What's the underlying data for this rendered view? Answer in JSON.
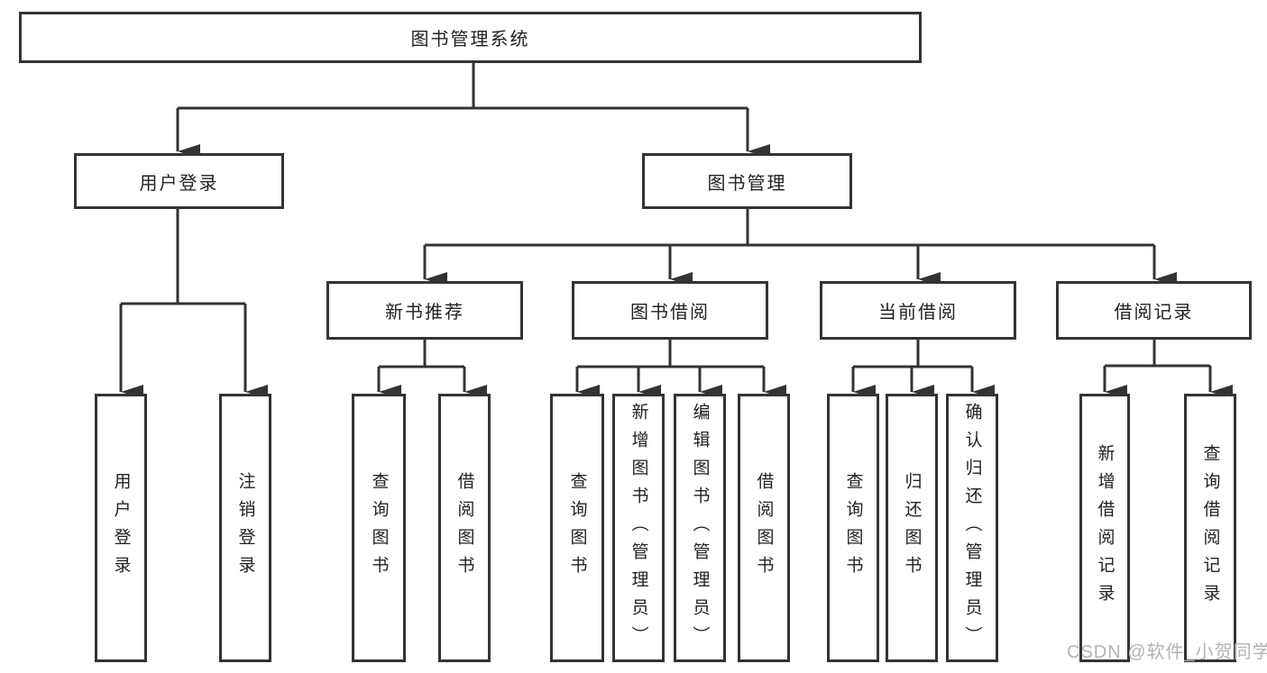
{
  "diagram": {
    "title": "图书管理系统",
    "tree": {
      "root": {
        "label": "图书管理系统"
      },
      "branches": [
        {
          "label": "用户登录",
          "children": [
            {
              "label": "用户登录"
            },
            {
              "label": "注销登录"
            }
          ]
        },
        {
          "label": "图书管理",
          "children": [
            {
              "label": "新书推荐",
              "children": [
                {
                  "label": "查询图书"
                },
                {
                  "label": "借阅图书"
                }
              ]
            },
            {
              "label": "图书借阅",
              "children": [
                {
                  "label": "查询图书"
                },
                {
                  "label": "新增图书（管理员）"
                },
                {
                  "label": "编辑图书（管理员）"
                },
                {
                  "label": "借阅图书"
                }
              ]
            },
            {
              "label": "当前借阅",
              "children": [
                {
                  "label": "查询图书"
                },
                {
                  "label": "归还图书"
                },
                {
                  "label": "确认归还（管理员）"
                }
              ]
            },
            {
              "label": "借阅记录",
              "children": [
                {
                  "label": "新增借阅记录"
                },
                {
                  "label": "查询借阅记录"
                }
              ]
            }
          ]
        }
      ]
    },
    "colors": {
      "line": "#333333",
      "box_border": "#333333",
      "box_fill": "#ffffff",
      "text": "#222222",
      "watermark": "#b3b3b3",
      "background": "#ffffff"
    }
  },
  "watermark": {
    "text": "CSDN @软件_小贺同学"
  }
}
